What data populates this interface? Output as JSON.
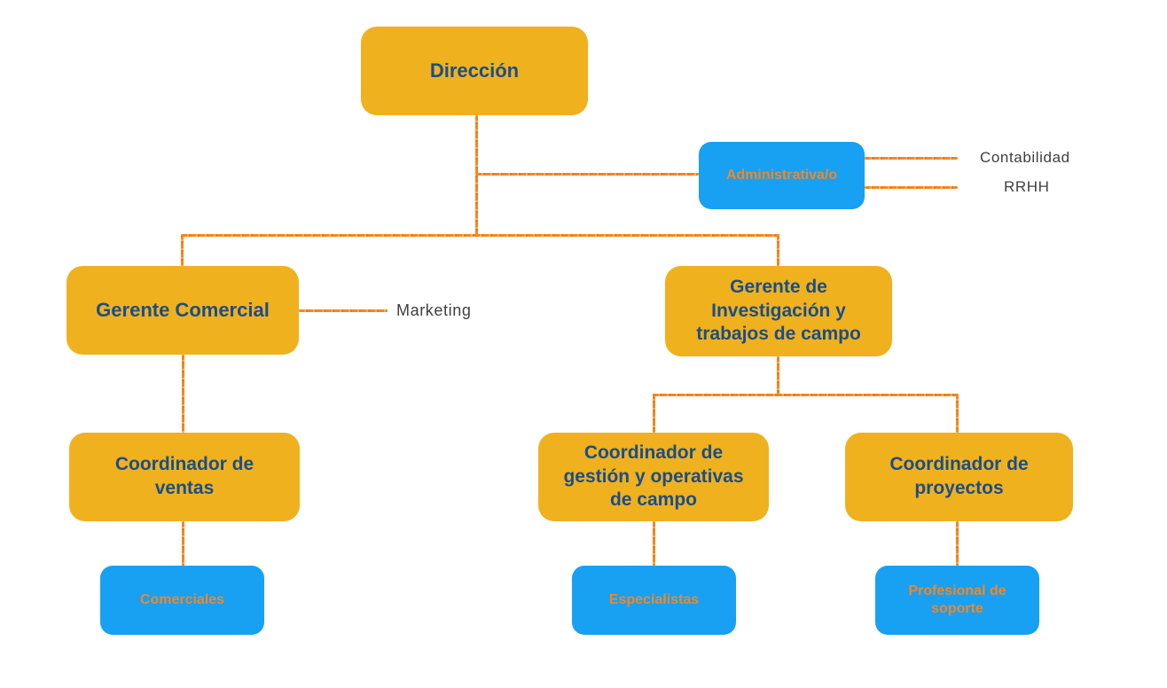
{
  "palette": {
    "yellow": "#F0B11E",
    "blue": "#18A0F2",
    "orange_line": "#F6861F",
    "orange_text": "#F18727",
    "dark_blue_text": "#1A4E87",
    "gray_text": "#3F3F3F",
    "background": "#FFFFFF"
  },
  "org_chart": {
    "nodes": {
      "direccion": {
        "label": "Dirección"
      },
      "administrativa": {
        "label": "Administrativa/o"
      },
      "gerente_comercial": {
        "label": "Gerente Comercial"
      },
      "gerente_investigacion": {
        "label": "Gerente de\nInvestigación y\ntrabajos de campo"
      },
      "coordinador_ventas": {
        "label": "Coordinador de\nventas"
      },
      "coordinador_gestion": {
        "label": "Coordinador de\ngestión y operativas\nde campo"
      },
      "coordinador_proyectos": {
        "label": "Coordinador de\nproyectos"
      },
      "comerciales": {
        "label": "Comerciales"
      },
      "especialistas": {
        "label": "Especialistas"
      },
      "profesional_soporte": {
        "label": "Profesional de\nsoporte"
      }
    },
    "side_labels": {
      "contabilidad": "Contabilidad",
      "rrhh": "RRHH",
      "marketing": "Marketing"
    }
  }
}
